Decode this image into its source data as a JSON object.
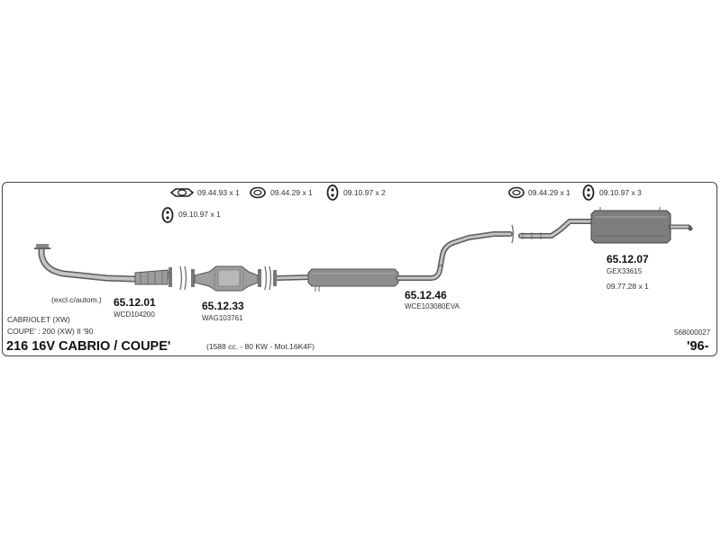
{
  "hardware": [
    {
      "icon": "gasket-icon",
      "label": "09.44.93 x 1"
    },
    {
      "icon": "gasket-icon",
      "label": "09.44.29 x 1"
    },
    {
      "icon": "rubber-hanger-icon",
      "label": "09.10.97 x 2"
    },
    {
      "icon": "rubber-hanger-icon",
      "label": "09.10.97 x 1"
    },
    {
      "icon": "gasket-icon",
      "label": "09.44.29 x 1"
    },
    {
      "icon": "rubber-hanger-icon",
      "label": "09.10.97 x 3"
    }
  ],
  "parts": [
    {
      "code": "65.12.01",
      "ref": "WCD104200",
      "note": "(excl.c/autom.)"
    },
    {
      "code": "65.12.33",
      "ref": "WAG103761"
    },
    {
      "code": "65.12.46",
      "ref": "WCE103080EVA"
    },
    {
      "code": "65.12.07",
      "ref": "GEX33615",
      "extra": "09.77.28 x 1"
    }
  ],
  "vehicle": {
    "line1": "CABRIOLET (XW)",
    "line2": "COUPE' : 200 (XW) II '90",
    "model": "216 16V CABRIO / COUPE'",
    "engine": "(1588 cc. - 80 KW - Mot.16K4F)",
    "catalog_no": "568000027",
    "year": "'96-"
  },
  "colors": {
    "pipe": "#9a9a9a",
    "pipe_dark": "#5a5a5a",
    "muffler": "#7d7d7d",
    "border": "#444444"
  }
}
